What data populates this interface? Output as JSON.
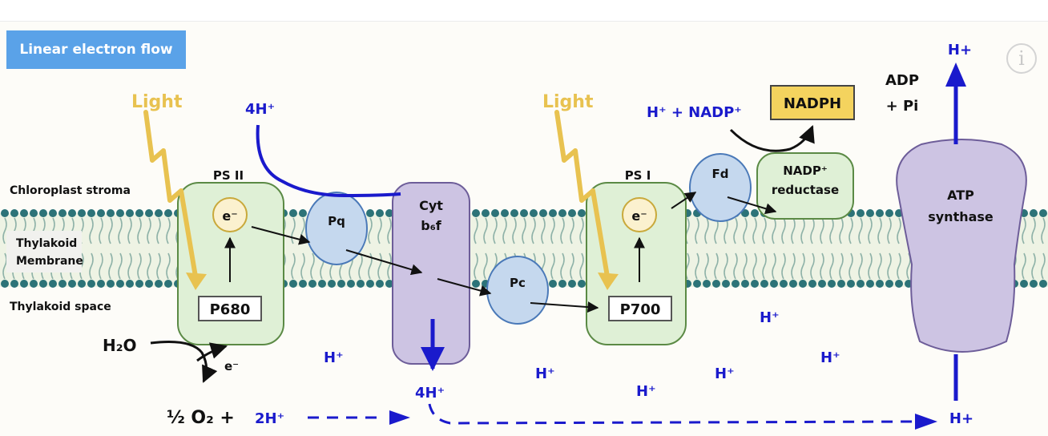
{
  "title": "Linear electron flow",
  "info_icon": "i",
  "regions": {
    "stroma": "Chloroplast stroma",
    "membrane_line1": "Thylakoid",
    "membrane_line2": "Membrane",
    "lumen": "Thylakoid space"
  },
  "light_label": "Light",
  "ps2": {
    "label": "PS II",
    "electron": "e⁻",
    "center": "P680"
  },
  "ps1": {
    "label": "PS I",
    "electron": "e⁻",
    "center": "P700"
  },
  "pq": "Pq",
  "cyt_line1": "Cyt",
  "cyt_line2": "b₆f",
  "pc": "Pc",
  "fd": "Fd",
  "nadp_reductase_line1": "NADP⁺",
  "nadp_reductase_line2": "reductase",
  "nadph": "NADPH",
  "nadp_reaction": "H⁺ + NADP⁺",
  "atp_synthase_line1": "ATP",
  "atp_synthase_line2": "synthase",
  "adp_line1": "ADP",
  "adp_line2": "+ Pi",
  "h_plus": "H+",
  "h_plus_super": "H⁺",
  "four_h_top": "4H⁺",
  "four_h_bottom": "4H⁺",
  "water": "H₂O",
  "water_electron": "e⁻",
  "oxygen": "½ O₂ +",
  "two_h": "2H⁺",
  "colors": {
    "title_bg": "#5aa2e8",
    "light": "#e8c250",
    "proton": "#1a1acc",
    "complex_fill": "#dff0d6",
    "complex_stroke": "#5b8a45",
    "carrier_fill": "#c5d8ee",
    "cyt_fill": "#cdc4e3",
    "nadph_fill": "#f4d35e",
    "lipid_head": "#2c7378"
  }
}
